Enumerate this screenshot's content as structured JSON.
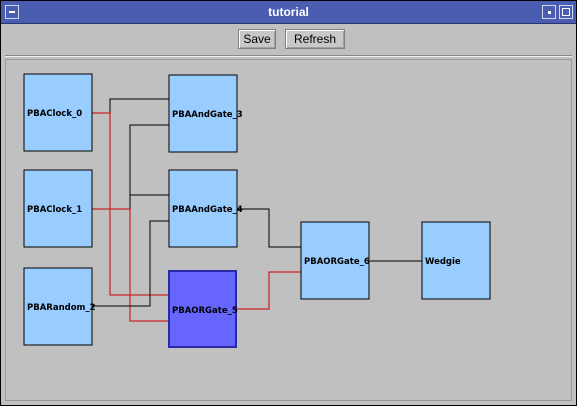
{
  "window": {
    "title": "tutorial"
  },
  "toolbar": {
    "save_label": "Save",
    "refresh_label": "Refresh"
  },
  "colors": {
    "node_fill": "#99ccff",
    "selected_fill": "#6666ff",
    "selected_border": "#2a2aa8",
    "wire_active": "#cc0000",
    "wire_inactive": "#000000"
  },
  "nodes": [
    {
      "label": "PBAClock_0"
    },
    {
      "label": "PBAClock_1"
    },
    {
      "label": "PBARandom_2"
    },
    {
      "label": "PBAAndGate_3"
    },
    {
      "label": "PBAAndGate_4"
    },
    {
      "label": "PBAORGate_5",
      "selected": true
    },
    {
      "label": "PBAORGate_6"
    },
    {
      "label": "Wedgie"
    }
  ]
}
